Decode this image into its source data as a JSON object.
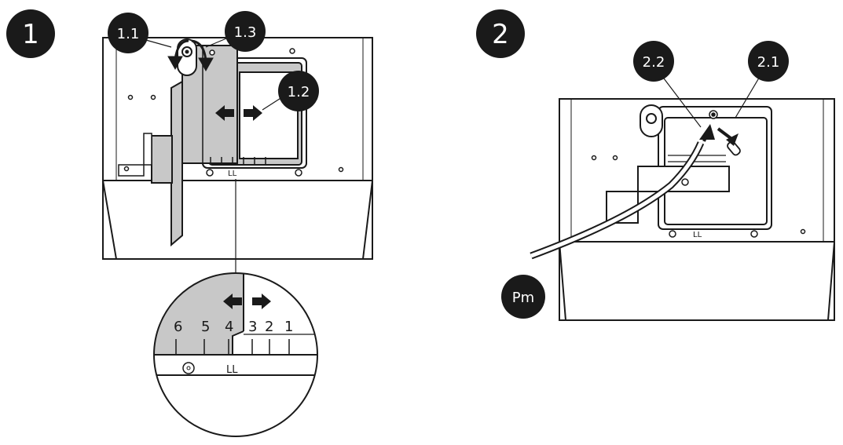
{
  "steps": {
    "step1": "1",
    "step2": "2"
  },
  "callouts": {
    "c11": "1.1",
    "c12": "1.2",
    "c13": "1.3",
    "c21": "2.1",
    "c22": "2.2",
    "pm": "Pm"
  },
  "scale": {
    "n6": "6",
    "n5": "5",
    "n4": "4",
    "n3": "3",
    "n2": "2",
    "n1": "1"
  },
  "colors": {
    "ink": "#1a1a1a",
    "panel_grey": "#c8c8c8",
    "callout_fill": "#1a1a1a",
    "callout_text": "#ffffff"
  }
}
